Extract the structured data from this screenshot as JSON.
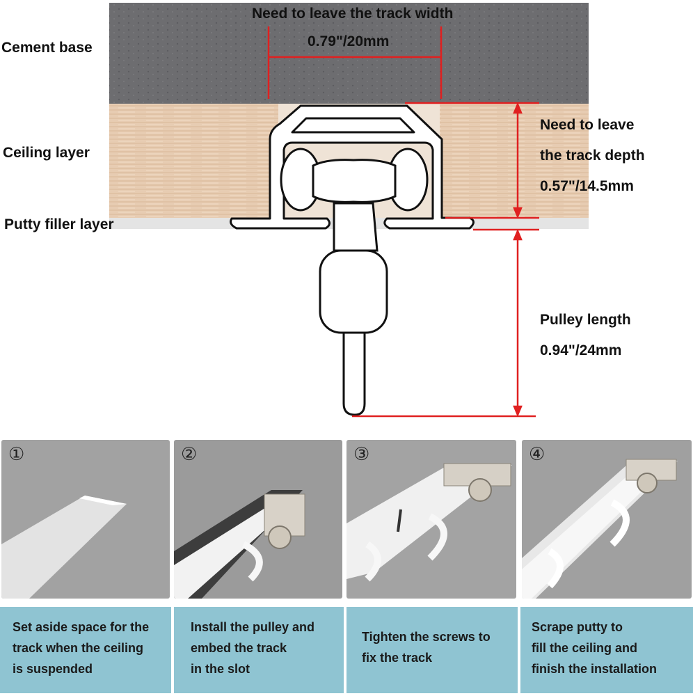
{
  "layers": {
    "cement": "Cement base",
    "ceiling": "Ceiling layer",
    "putty": "Putty filler layer"
  },
  "width_dim": {
    "title": "Need to leave the track width",
    "value": "0.79\"/20mm"
  },
  "depth_dim": {
    "line1": "Need to leave",
    "line2": "the track depth",
    "value": "0.57\"/14.5mm"
  },
  "pulley_dim": {
    "title": "Pulley length",
    "value": "0.94\"/24mm"
  },
  "steps": [
    {
      "num": "①",
      "lines": [
        "Set aside space for the",
        "track when the ceiling",
        "is suspended"
      ]
    },
    {
      "num": "②",
      "lines": [
        "Install the pulley and",
        "embed the track",
        "in the slot"
      ]
    },
    {
      "num": "③",
      "lines": [
        "Tighten the screws to",
        "fix the track"
      ]
    },
    {
      "num": "④",
      "lines": [
        "Scrape putty to",
        "fill the ceiling and",
        "finish the installation"
      ]
    }
  ],
  "colors": {
    "dimension_line": "#e02020",
    "caption_bg": "#8fc4d2",
    "cement": "#6b6b6d",
    "wood": "#e6cbb1"
  }
}
